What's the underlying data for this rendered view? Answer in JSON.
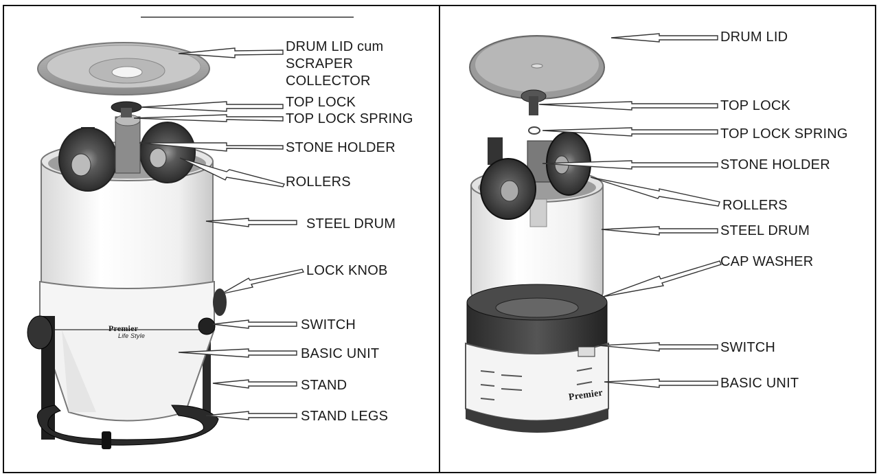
{
  "left_panel": {
    "labels": {
      "drum_lid": "DRUM LID cum",
      "drum_lid_2": "SCRAPER",
      "drum_lid_3": "COLLECTOR",
      "top_lock": "TOP LOCK",
      "top_lock_spring": "TOP LOCK SPRING",
      "stone_holder": "STONE HOLDER",
      "rollers": "ROLLERS",
      "steel_drum": "STEEL DRUM",
      "lock_knob": "LOCK KNOB",
      "switch": "SWITCH",
      "basic_unit": "BASIC UNIT",
      "stand": "STAND",
      "stand_legs": "STAND LEGS"
    },
    "brand": "Premier",
    "brand_sub": "Life Style"
  },
  "right_panel": {
    "labels": {
      "drum_lid": "DRUM LID",
      "top_lock": "TOP LOCK",
      "top_lock_spring": "TOP LOCK SPRING",
      "stone_holder": "STONE HOLDER",
      "rollers": "ROLLERS",
      "steel_drum": "STEEL DRUM",
      "cap_washer": "CAP WASHER",
      "switch": "SWITCH",
      "basic_unit": "BASIC UNIT"
    },
    "brand": "Premier"
  }
}
